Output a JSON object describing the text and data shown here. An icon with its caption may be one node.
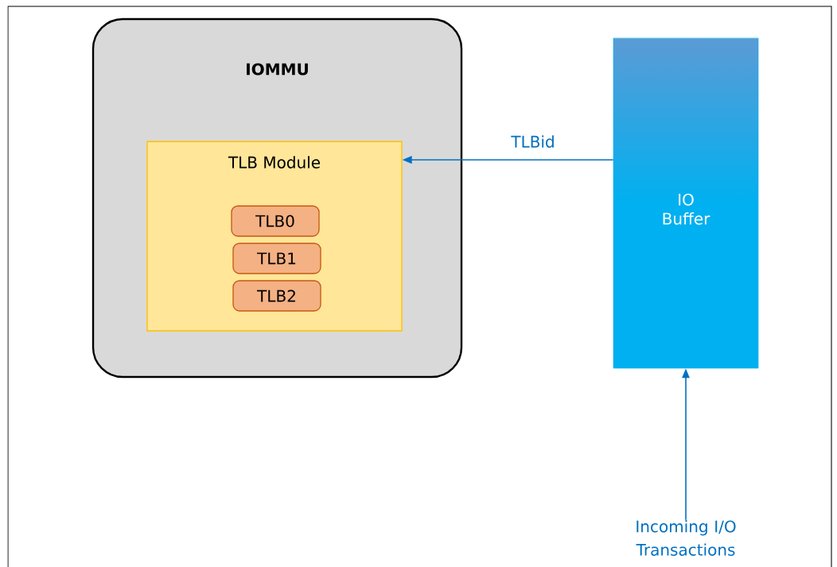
{
  "diagram": {
    "nodes": [
      {
        "text": [
          "IOMMU"
        ]
      },
      {
        "text": [
          "TLB Module"
        ],
        "in": 0
      },
      {
        "text": [
          "TLB0"
        ],
        "in": 1
      },
      {
        "text": [
          "TLB1"
        ],
        "in": 1
      },
      {
        "text": [
          "TLB2"
        ],
        "in": 1
      },
      {
        "text": [
          "IO Buffer"
        ]
      },
      {
        "text": [
          "Incoming I/O Transactions"
        ]
      }
    ],
    "edges": [
      {
        "from": 5,
        "to": 1,
        "arrow": "to",
        "label": "TLBid"
      },
      {
        "from": 6,
        "to": 5,
        "arrow": "to"
      }
    ]
  }
}
